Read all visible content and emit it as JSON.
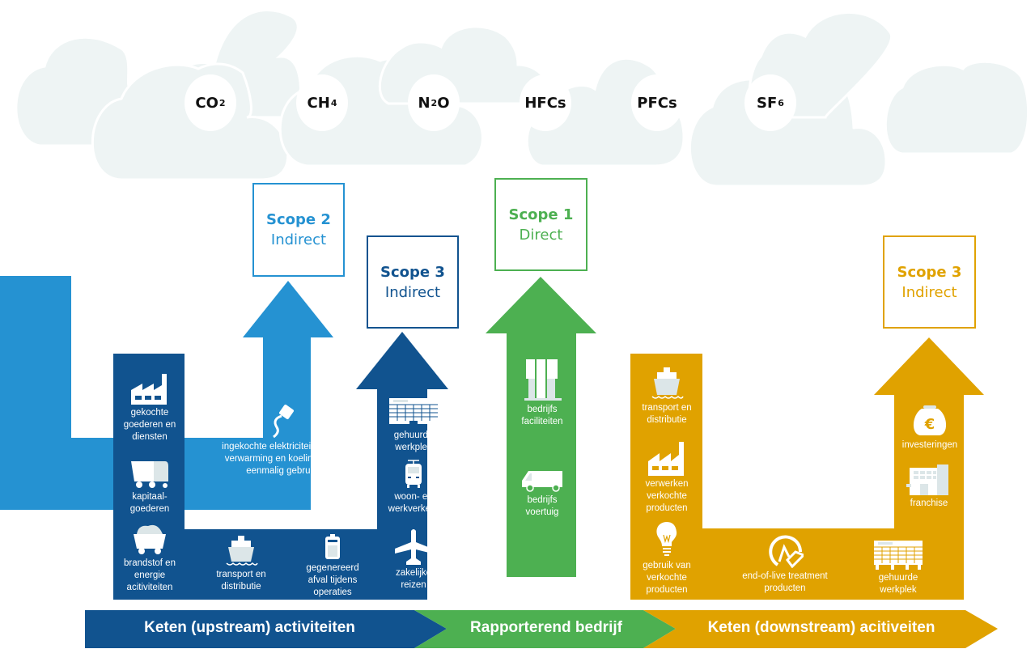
{
  "colors": {
    "cloud": "#EEF4F4",
    "scope2_blue": "#2592D2",
    "upstream_navy": "#11538F",
    "scope1_green": "#4DB051",
    "downstream_gold": "#E0A200",
    "icon_light": "#DCE6E8"
  },
  "gases": [
    {
      "base": "CO",
      "sub": "2",
      "tail": ""
    },
    {
      "base": "CH",
      "sub": "4",
      "tail": ""
    },
    {
      "base": "N",
      "sub": "2",
      "tail": "O"
    },
    {
      "base": "HFCs",
      "sub": "",
      "tail": ""
    },
    {
      "base": "PFCs",
      "sub": "",
      "tail": ""
    },
    {
      "base": "SF",
      "sub": "6",
      "tail": ""
    }
  ],
  "scopes": {
    "scope2": {
      "title": "Scope 2",
      "subtitle": "Indirect"
    },
    "scope3_up": {
      "title": "Scope 3",
      "subtitle": "Indirect"
    },
    "scope1": {
      "title": "Scope 1",
      "subtitle": "Direct"
    },
    "scope3_down": {
      "title": "Scope 3",
      "subtitle": "Indirect"
    }
  },
  "upstream_items": {
    "purchased_goods": {
      "icon": "factory-icon",
      "label": "gekochte goederen en diensten"
    },
    "capital_goods": {
      "icon": "truck-icon",
      "label": "kapitaal- goederen"
    },
    "fuel_energy": {
      "icon": "coal-cart-icon",
      "label": "brandstof en energie acitiviteiten"
    },
    "transport": {
      "icon": "ship-icon",
      "label": "transport en distributie"
    },
    "waste": {
      "icon": "waste-bin-icon",
      "label": "gegenereerd afval tijdens operaties"
    },
    "business_travel": {
      "icon": "airplane-icon",
      "label": "zakelijke reizen"
    },
    "commuting": {
      "icon": "tram-icon",
      "label": "woon- en werkverkeer"
    },
    "leased_assets": {
      "icon": "office-building-icon",
      "label": "gehuurde werkplek"
    }
  },
  "scope2_item": {
    "icon": "power-plug-icon",
    "label": "ingekochte elektriciteit stoom verwarming en koeling voor eenmalig gebruik"
  },
  "scope1_items": {
    "facilities": {
      "icon": "facility-building-icon",
      "label": "bedrijfs faciliteiten"
    },
    "vehicles": {
      "icon": "van-icon",
      "label": "bedrijfs voertuig"
    }
  },
  "downstream_items": {
    "transport": {
      "icon": "ship-icon",
      "label": "transport en distributie"
    },
    "processing": {
      "icon": "factory-icon",
      "label": "verwerken verkochte producten"
    },
    "use": {
      "icon": "light-bulb-icon",
      "label": "gebruik van verkochte producten"
    },
    "end_of_life": {
      "icon": "recycle-arrow-icon",
      "label": "end-of-live treatment producten"
    },
    "leased_assets": {
      "icon": "office-building-icon",
      "label": "gehuurde werkplek"
    },
    "investments": {
      "icon": "money-bag-icon",
      "label": "investeringen",
      "symbol": "€"
    },
    "franchise": {
      "icon": "storefront-icon",
      "label": "franchise"
    }
  },
  "banner": {
    "upstream": "Keten (upstream) activiteiten",
    "company": "Rapporterend bedrijf",
    "downstream": "Keten (downstream) acitiveiten"
  }
}
